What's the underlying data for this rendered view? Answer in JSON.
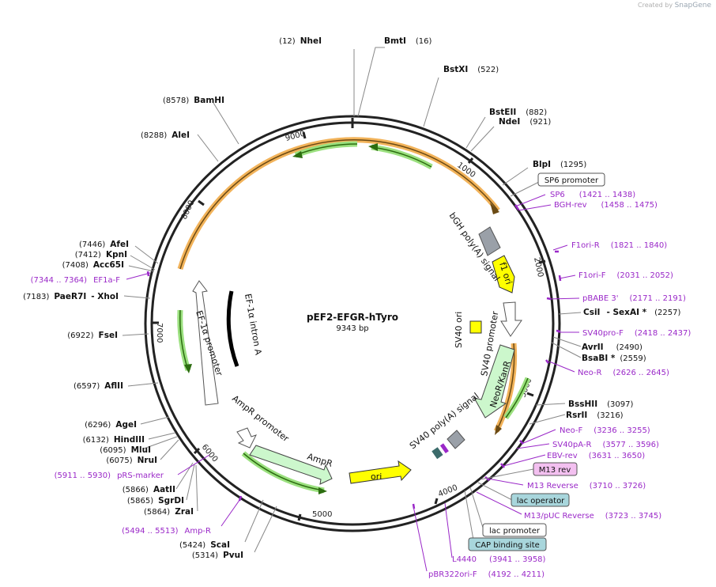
{
  "branding": {
    "prefix": "Created by",
    "name": "SnapGene"
  },
  "plasmid": {
    "name": "pEF2-EFGR-hTyro",
    "length_label": "9343 bp"
  },
  "ticks": [
    "1000",
    "2000",
    "3000",
    "4000",
    "5000",
    "6000",
    "7000",
    "8000",
    "9000"
  ],
  "sites": [
    {
      "id": "nhe",
      "pos": "(12)",
      "name": "NheI"
    },
    {
      "id": "bmt",
      "pos": "(16)",
      "name": "BmtI"
    },
    {
      "id": "bstx",
      "pos": "(522)",
      "name": "BstXI"
    },
    {
      "id": "bste",
      "pos": "(882)",
      "name": "BstEII"
    },
    {
      "id": "nde",
      "pos": "(921)",
      "name": "NdeI"
    },
    {
      "id": "blp",
      "pos": "(1295)",
      "name": "BlpI"
    },
    {
      "id": "csi",
      "name": "CsiI",
      "name2": "- SexAI *",
      "pos": "(2257)"
    },
    {
      "id": "avr",
      "name": "AvrII",
      "pos": "(2490)"
    },
    {
      "id": "bsab",
      "name": "BsaBI *",
      "pos": "(2559)"
    },
    {
      "id": "bssh",
      "name": "BssHII",
      "pos": "(3097)"
    },
    {
      "id": "rsr",
      "name": "RsrII",
      "pos": "(3216)"
    },
    {
      "id": "bam",
      "pos": "(8578)",
      "name": "BamHI"
    },
    {
      "id": "ale",
      "pos": "(8288)",
      "name": "AleI"
    },
    {
      "id": "afe",
      "pos": "(7446)",
      "name": "AfeI"
    },
    {
      "id": "kpn",
      "pos": "(7412)",
      "name": "KpnI"
    },
    {
      "id": "acc",
      "pos": "(7408)",
      "name": "Acc65I"
    },
    {
      "id": "paer",
      "pos": "(7183)",
      "name": "PaeR7I",
      "name2": "- XhoI"
    },
    {
      "id": "fse",
      "pos": "(6922)",
      "name": "FseI"
    },
    {
      "id": "afl",
      "pos": "(6597)",
      "name": "AflII"
    },
    {
      "id": "age",
      "pos": "(6296)",
      "name": "AgeI"
    },
    {
      "id": "hind",
      "pos": "(6132)",
      "name": "HindIII"
    },
    {
      "id": "mlu",
      "pos": "(6095)",
      "name": "MluI"
    },
    {
      "id": "nru",
      "pos": "(6075)",
      "name": "NruI"
    },
    {
      "id": "aat",
      "pos": "(5866)",
      "name": "AatII"
    },
    {
      "id": "sgrd",
      "pos": "(5865)",
      "name": "SgrDI"
    },
    {
      "id": "zra",
      "pos": "(5864)",
      "name": "ZraI"
    },
    {
      "id": "sca",
      "pos": "(5424)",
      "name": "ScaI"
    },
    {
      "id": "pvu",
      "pos": "(5314)",
      "name": "PvuI"
    }
  ],
  "primers": [
    {
      "id": "sp6",
      "name": "SP6",
      "range": "(1421 .. 1438)"
    },
    {
      "id": "bghrev",
      "name": "BGH-rev",
      "range": "(1458 .. 1475)"
    },
    {
      "id": "f1orir",
      "name": "F1ori-R",
      "range": "(1821 .. 1840)"
    },
    {
      "id": "f1orif",
      "name": "F1ori-F",
      "range": "(2031 .. 2052)"
    },
    {
      "id": "pbabe",
      "name": "pBABE 3'",
      "range": "(2171 .. 2191)"
    },
    {
      "id": "sv40prof",
      "name": "SV40pro-F",
      "range": "(2418 .. 2437)"
    },
    {
      "id": "neor",
      "name": "Neo-R",
      "range": "(2626 .. 2645)"
    },
    {
      "id": "neof",
      "name": "Neo-F",
      "range": "(3236 .. 3255)"
    },
    {
      "id": "sv40par",
      "name": "SV40pA-R",
      "range": "(3577 .. 3596)"
    },
    {
      "id": "ebvrev",
      "name": "EBV-rev",
      "range": "(3631 .. 3650)"
    },
    {
      "id": "m13rev_r",
      "name": "M13 Reverse",
      "range": "(3710 .. 3726)"
    },
    {
      "id": "m13puc",
      "name": "M13/pUC Reverse",
      "range": "(3723 .. 3745)"
    },
    {
      "id": "l4440",
      "name": "L4440",
      "range": "(3941 .. 3958)"
    },
    {
      "id": "pbr322",
      "name": "pBR322ori-F",
      "range": "(4192 .. 4211)"
    },
    {
      "id": "ef1af",
      "range": "(7344 .. 7364)",
      "name": "EF1a-F"
    },
    {
      "id": "prsmarker",
      "range": "(5911 .. 5930)",
      "name": "pRS-marker"
    },
    {
      "id": "ampr_p",
      "range": "(5494 .. 5513)",
      "name": "Amp-R"
    }
  ],
  "boxes": [
    {
      "id": "sp6prom",
      "label": "SP6 promoter"
    },
    {
      "id": "m13rev",
      "label": "M13 rev"
    },
    {
      "id": "lacop",
      "label": "lac operator"
    },
    {
      "id": "lacprom",
      "label": "lac promoter"
    },
    {
      "id": "cap",
      "label": "CAP binding site"
    }
  ],
  "features": [
    {
      "id": "bgh",
      "label": "bGH poly(A) signal"
    },
    {
      "id": "f1",
      "label": "f1 ori"
    },
    {
      "id": "sv40ori",
      "label": "SV40 ori"
    },
    {
      "id": "sv40prom",
      "label": "SV40 promoter"
    },
    {
      "id": "neo",
      "label": "NeoR/KanR"
    },
    {
      "id": "sv40pa",
      "label": "SV40 poly(A) signal"
    },
    {
      "id": "ori",
      "label": "ori"
    },
    {
      "id": "ampr",
      "label": "AmpR"
    },
    {
      "id": "amprprom",
      "label": "AmpR promoter"
    },
    {
      "id": "ef1prom",
      "label": "EF-1α promoter"
    },
    {
      "id": "ef1intron",
      "label": "EF-1α intron A"
    }
  ],
  "colors": {
    "backbone": "#222222",
    "primer": "#9a28c8",
    "orange_orf": "#f2b35a",
    "green_orf": "#50b030",
    "yellow_feature": "#ffff00",
    "promoter_green": "#ccf7cc",
    "gray_feature": "#9aa0a8",
    "box_cyan": "#a8d6dc",
    "box_magenta": "#f3c0f0"
  }
}
